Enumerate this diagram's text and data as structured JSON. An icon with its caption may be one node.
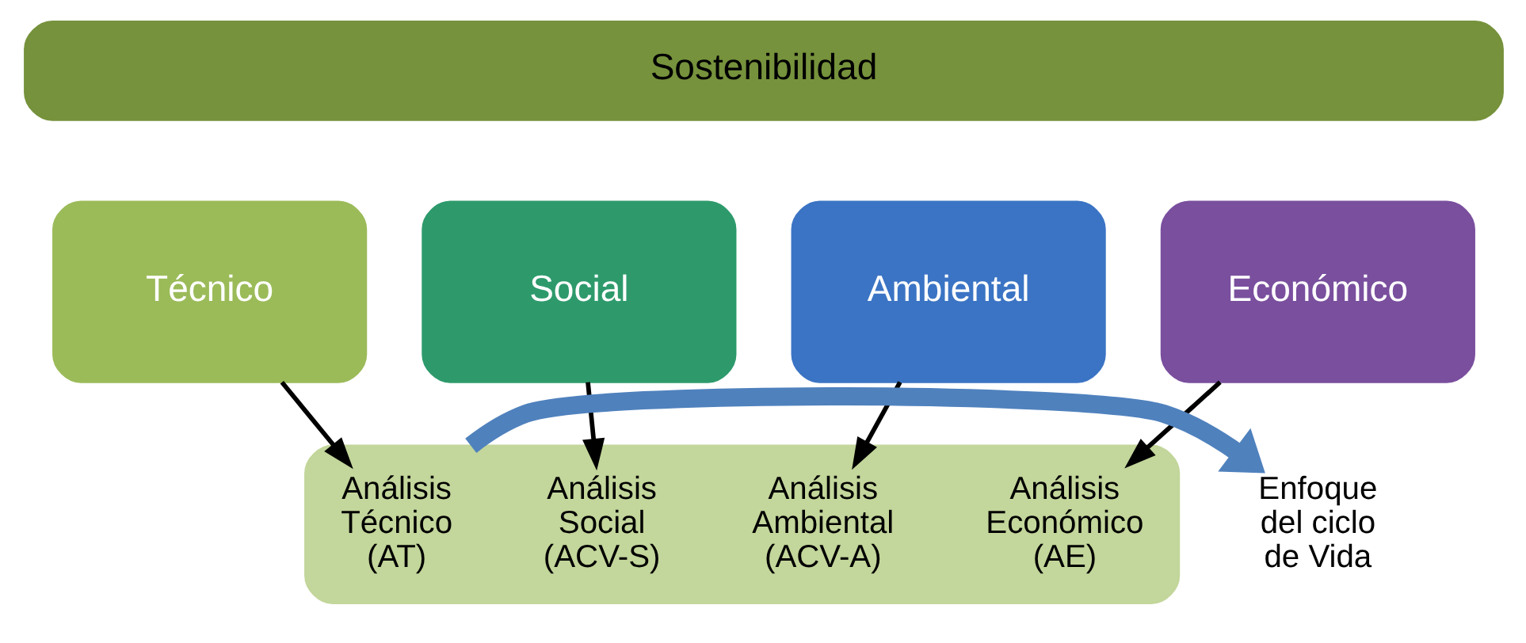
{
  "diagram": {
    "nodes": [
      {
        "text": [
          "Sostenibilidad"
        ]
      },
      {
        "text": [
          "Técnico"
        ]
      },
      {
        "text": [
          "Social"
        ]
      },
      {
        "text": [
          "Ambiental"
        ]
      },
      {
        "text": [
          "Económico"
        ]
      },
      {
        "text": [],
        "shape": "ellipse"
      },
      {
        "text": [
          "Análisis Técnico (AT)"
        ],
        "in": 5
      },
      {
        "text": [
          "Análisis Social (ACV-S)"
        ],
        "in": 5
      },
      {
        "text": [
          "Análisis Ambiental (ACV-A)"
        ],
        "in": 5
      },
      {
        "text": [
          "Análisis Económico (AE)"
        ],
        "in": 5
      },
      {
        "text": [
          "Enfoque del ciclo de Vida"
        ]
      }
    ],
    "edges": [
      {
        "from": 1,
        "to": 6,
        "arrow": "to"
      },
      {
        "from": 2,
        "to": 7,
        "arrow": "to"
      },
      {
        "from": 3,
        "to": 8,
        "arrow": "to"
      },
      {
        "from": 4,
        "to": 9,
        "arrow": "to"
      },
      {
        "from": 5,
        "to": 10,
        "arrow": "to",
        "style": "thick",
        "color": "#4f81bd"
      }
    ]
  }
}
